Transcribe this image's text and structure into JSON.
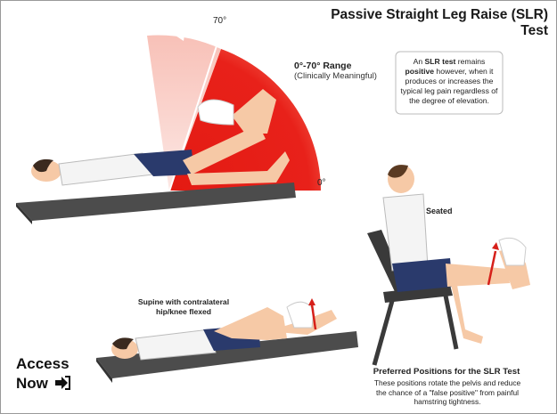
{
  "title": "Passive Straight Leg Raise (SLR) Test",
  "range": {
    "label": "0°-70° Range",
    "sub": "(Clinically Meaningful)",
    "start_angle": "0°",
    "end_angle": "70°"
  },
  "note": {
    "pre": "An ",
    "strong1": "SLR test",
    "mid1": " remains ",
    "strong2": "positive",
    "rest": " however, when it produces or increases the typical leg pain regardless of the degree of elevation."
  },
  "positions": {
    "seated": "Seated",
    "supine_line1": "Supine with contralateral",
    "supine_line2": "hip/knee flexed"
  },
  "preferred": {
    "title": "Preferred Positions for the SLR Test",
    "body": "These positions rotate the pelvis and reduce the chance of a \"false positive\" from painful hamstring tightness."
  },
  "access": {
    "line1": "Access",
    "line2": "Now",
    "icon": "sign-in-arrow-icon"
  },
  "colors": {
    "wedge": "#e8211a",
    "skin": "#f6c9a6",
    "shirt": "#f4f4f4",
    "shorts": "#2a3a6c",
    "mat": "#4a4a4a",
    "arrow": "#d6201a"
  }
}
